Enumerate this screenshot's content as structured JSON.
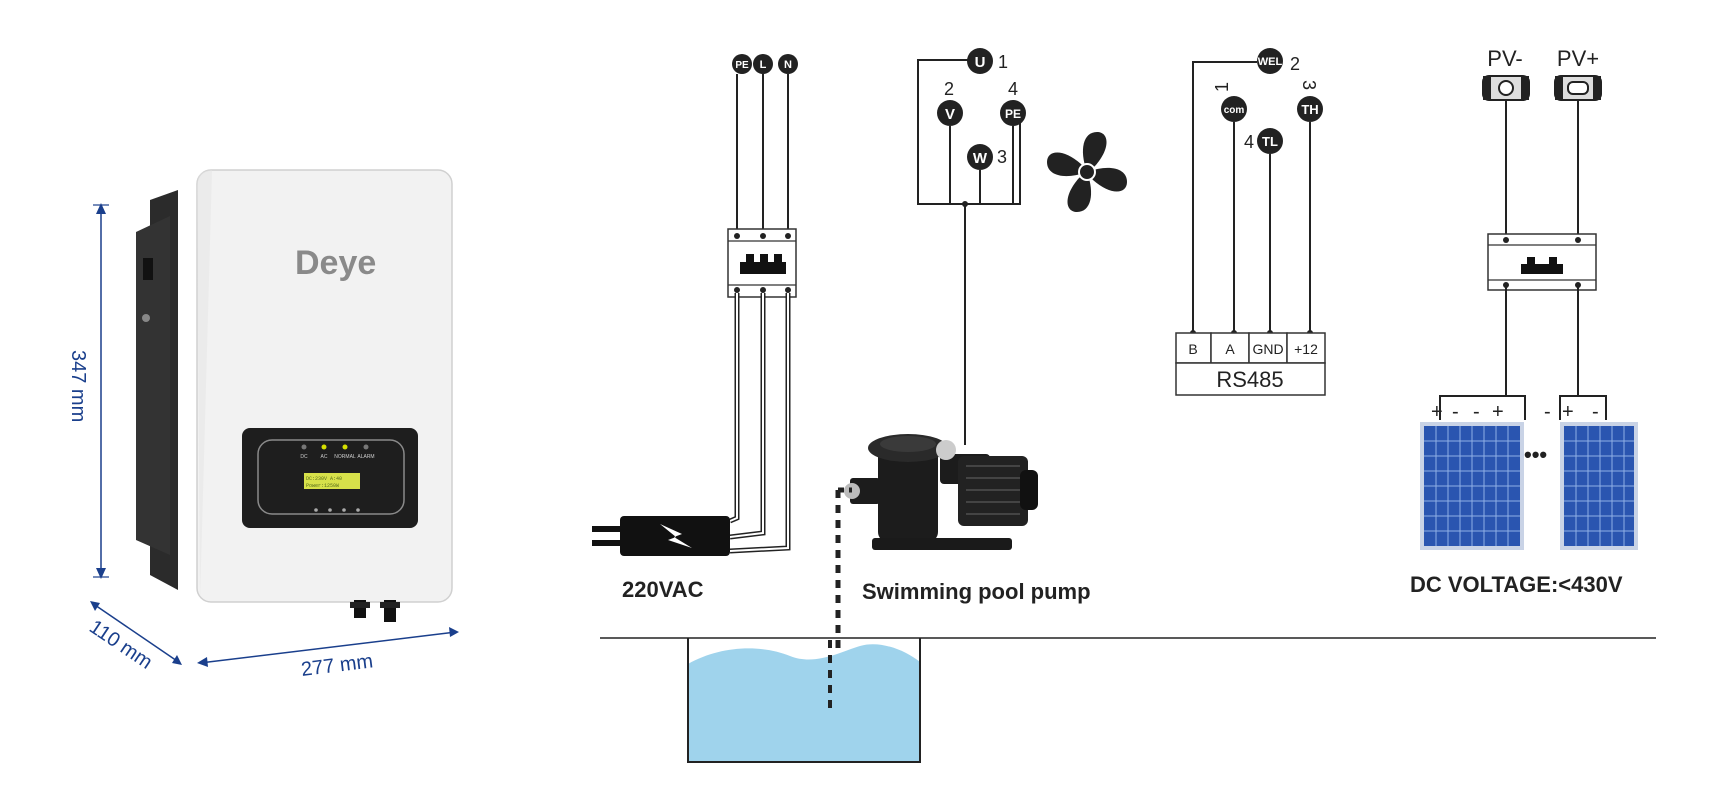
{
  "inverter": {
    "brand": "Deye",
    "dimensions": {
      "height": "347 mm",
      "depth": "110 mm",
      "width": "277 mm"
    },
    "leds": [
      "DC",
      "AC",
      "NORMAL",
      "ALARM"
    ],
    "lcd": {
      "line1": "DC:230V   A:40",
      "line2": "Power:1250W"
    },
    "colors": {
      "body": "#f2f2f2",
      "dark": "#2b2b2b",
      "dimension": "#1a3f8c",
      "lcd": "#d7e14a"
    }
  },
  "ac": {
    "terminals": [
      "PE",
      "L",
      "N"
    ],
    "label": "220VAC",
    "plug_icon": "lightning-icon"
  },
  "pump": {
    "terminals": [
      {
        "id": "U",
        "num": "1"
      },
      {
        "id": "V",
        "num": "2"
      },
      {
        "id": "W",
        "num": "3"
      },
      {
        "id": "PE",
        "num": "4"
      }
    ],
    "label": "Swimming pool pump",
    "fan_icon": "fan-icon"
  },
  "sensor": {
    "terminals": [
      {
        "id": "WEL",
        "num": "2"
      },
      {
        "id": "com",
        "num": "1"
      },
      {
        "id": "TH",
        "num": "3"
      },
      {
        "id": "TL",
        "num": "4"
      }
    ],
    "rs485": {
      "cells": [
        "B",
        "A",
        "GND",
        "+12"
      ],
      "label": "RS485"
    }
  },
  "pv": {
    "connectors": [
      "PV-",
      "PV+"
    ],
    "polarity": {
      "left": [
        "+",
        "-",
        "-",
        "+"
      ],
      "right": [
        "-",
        "+",
        "-"
      ]
    },
    "ellipsis": "•••",
    "label": "DC VOLTAGE:<430V",
    "colors": {
      "panel": "#2a55b0",
      "frame": "#c9d3e6"
    }
  },
  "pool": {
    "water_color": "#9fd3ec"
  }
}
